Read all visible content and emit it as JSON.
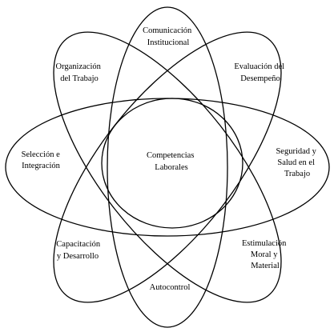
{
  "diagram": {
    "center": {
      "text_lines": [
        "Competencias",
        "Laborales"
      ]
    },
    "petals": [
      {
        "id": "comunicacion",
        "text_lines": [
          "Comunicación",
          "Institucional"
        ]
      },
      {
        "id": "evaluacion",
        "text_lines": [
          "Evaluación del",
          "Desempeño"
        ]
      },
      {
        "id": "seguridad",
        "text_lines": [
          "Seguridad y",
          "Salud en el",
          "Trabajo"
        ]
      },
      {
        "id": "estimulacion",
        "text_lines": [
          "Estimulación",
          "Moral y",
          "Material"
        ]
      },
      {
        "id": "autocontrol",
        "text_lines": [
          "Autocontrol"
        ]
      },
      {
        "id": "capacitacion",
        "text_lines": [
          "Capacitación",
          "y Desarrollo"
        ]
      },
      {
        "id": "seleccion",
        "text_lines": [
          "Selección e",
          "Integración"
        ]
      },
      {
        "id": "organizacion",
        "text_lines": [
          "Organización",
          "del Trabajo"
        ]
      }
    ],
    "line_color": "#000000",
    "background": "#ffffff"
  }
}
